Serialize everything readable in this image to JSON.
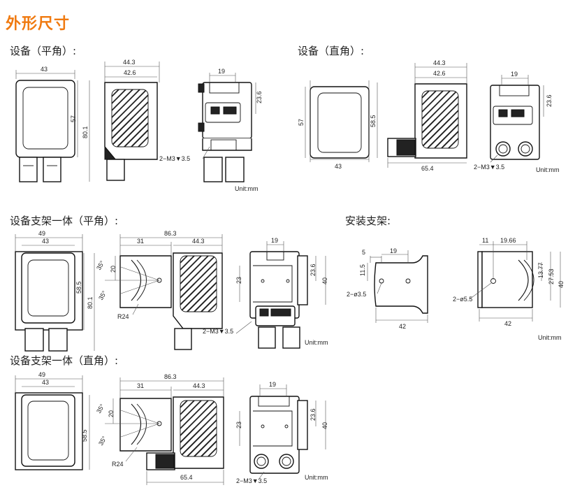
{
  "page_title": "外形尺寸",
  "sections": {
    "flat": "设备（平角）:",
    "right": "设备（直角）:",
    "bracket_flat": "设备支架一体（平角）:",
    "mount": "安装支架:",
    "bracket_right": "设备支架一体（直角）:"
  },
  "unit_label": "Unit:mm",
  "dims": {
    "w43": "43",
    "w44_3": "44.3",
    "w42_6": "42.6",
    "w19": "19",
    "h57": "57",
    "h80_1": "80.1",
    "h23_6": "23.6",
    "h58_5": "58.5",
    "w65_4": "65.4",
    "w49": "49",
    "w86_3": "86.3",
    "w31": "31",
    "h20": "20",
    "deg35": "35°",
    "r24": "R24",
    "h23": "23",
    "h40": "40",
    "screw_m3": "2−M3▼3.5",
    "w5": "5",
    "h11_5": "11.5",
    "hole_3_5": "2−ø3.5",
    "w42": "42",
    "w11": "11",
    "w19_66": "19.66",
    "h13_77": "13.77",
    "h27_53": "27.53",
    "hole_5_5": "2−ø5.5"
  }
}
